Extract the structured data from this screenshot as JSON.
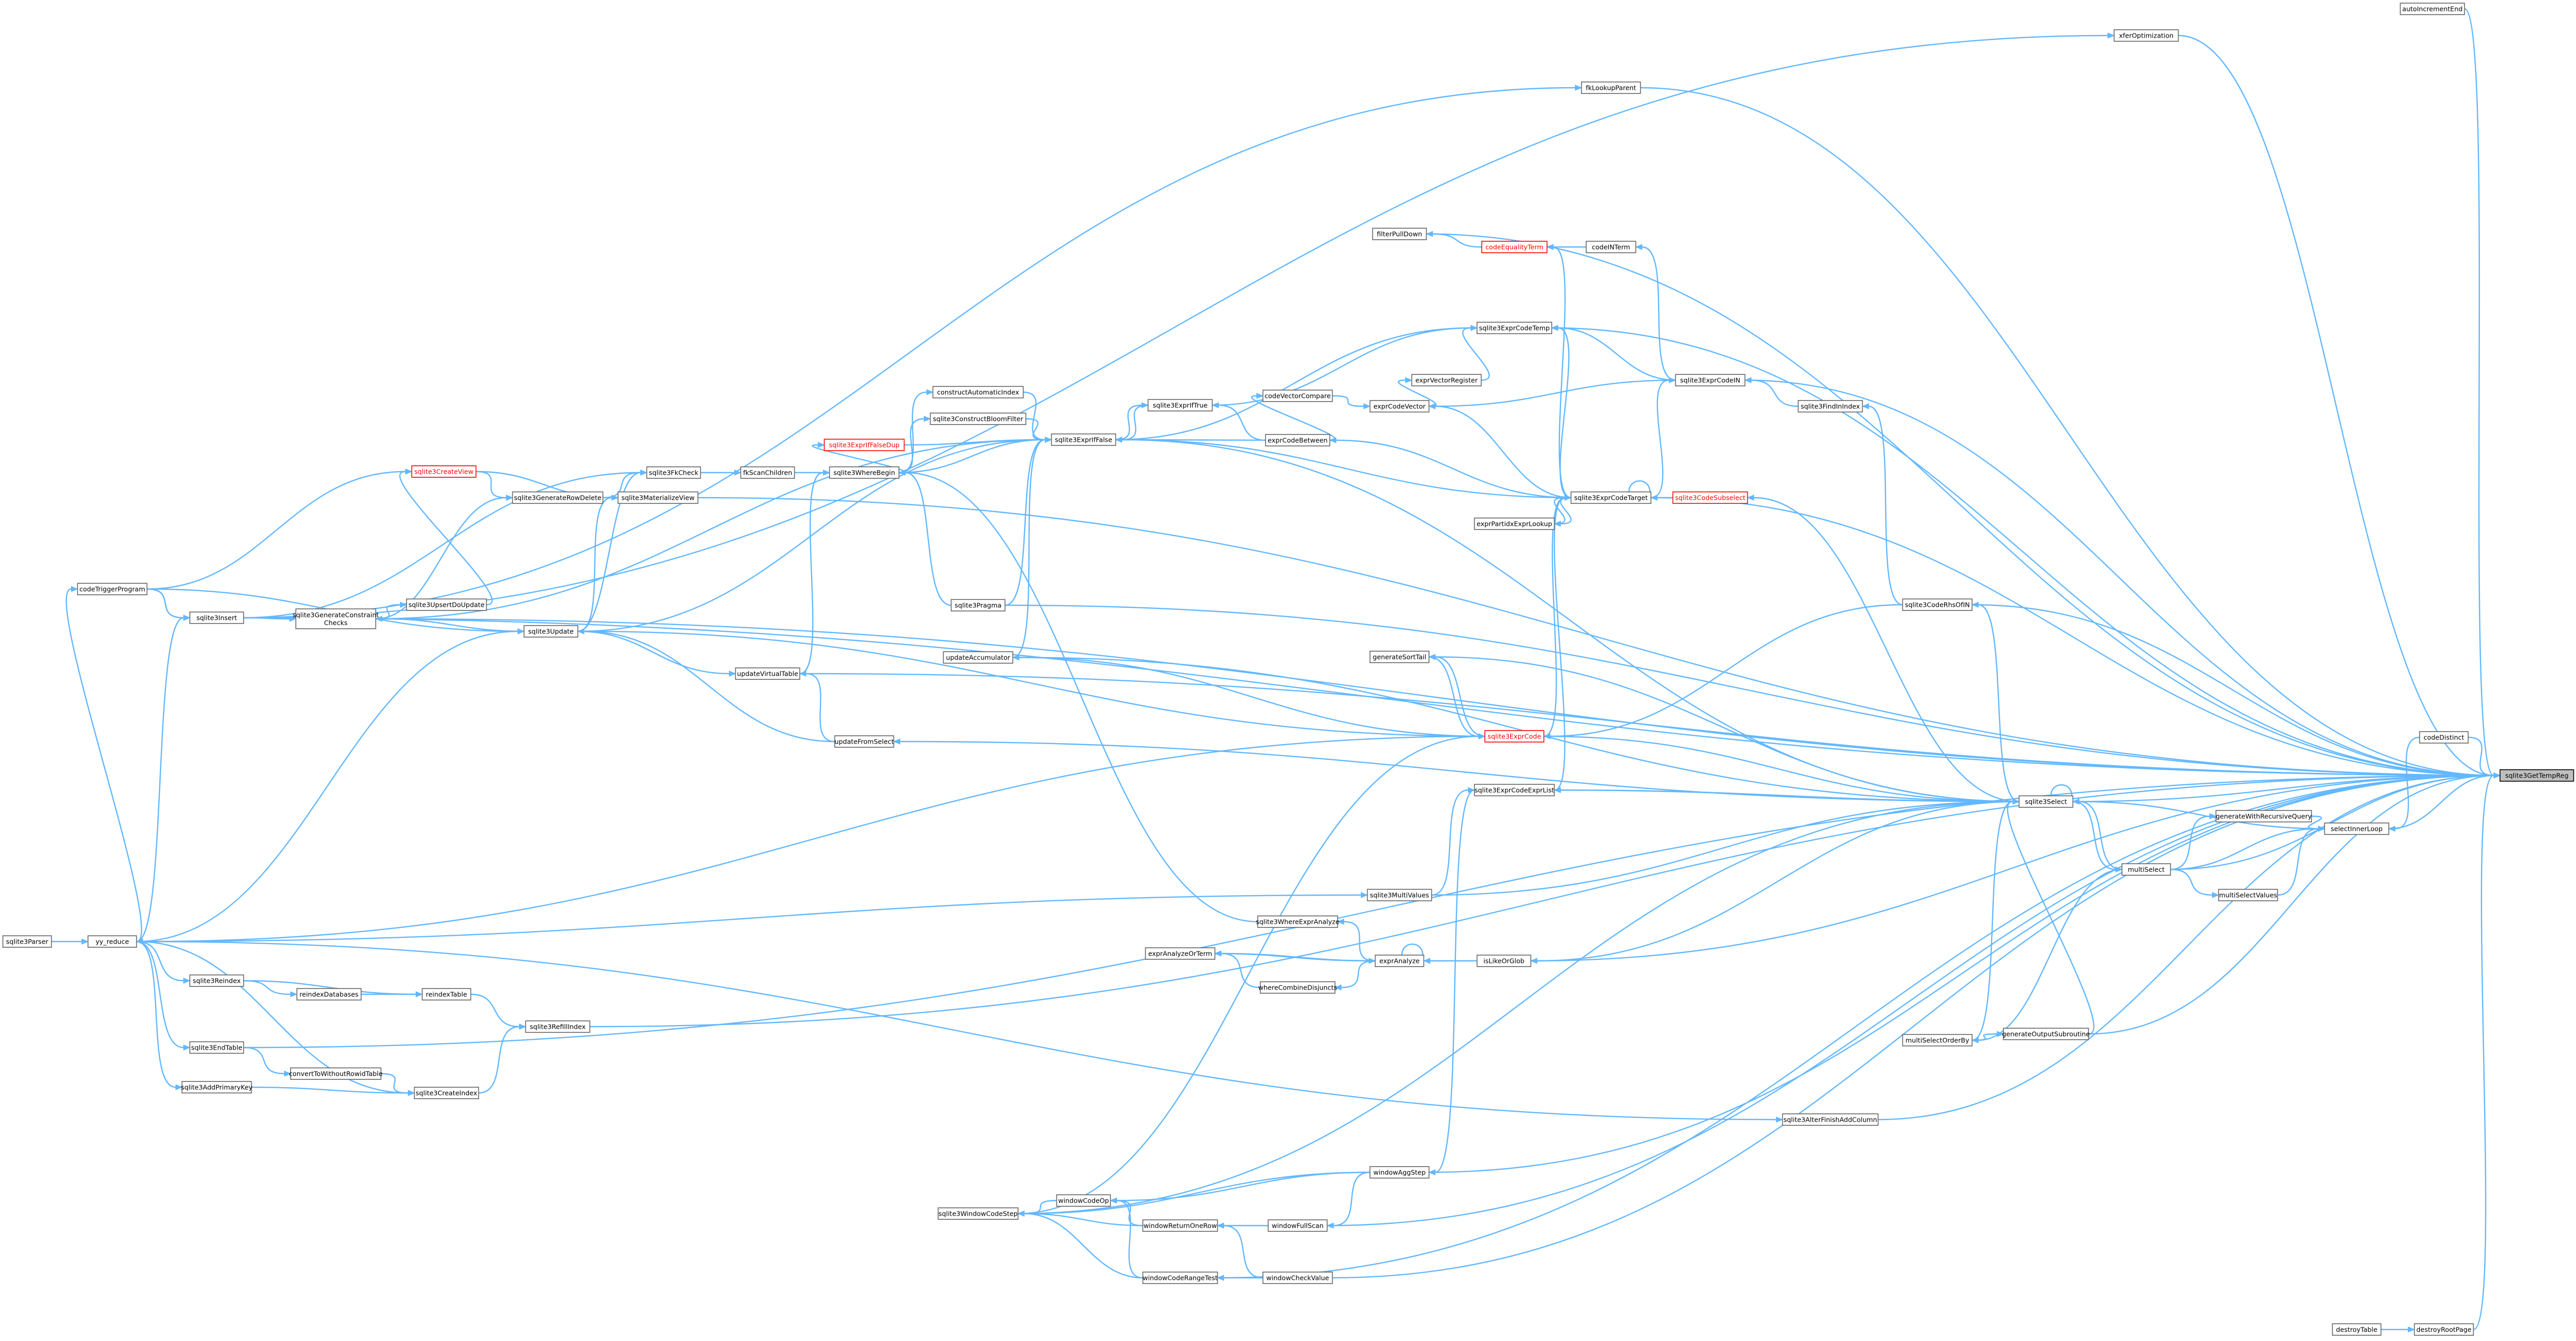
{
  "graph": {
    "root": "sqlite3GetTempReg",
    "nodes": {
      "root": {
        "label": "sqlite3GetTempReg",
        "style": "root"
      },
      "autoIncrementEnd": {
        "label": "autoIncrementEnd"
      },
      "xferOptimization": {
        "label": "xferOptimization"
      },
      "fkLookupParent": {
        "label": "fkLookupParent"
      },
      "filterPullDown": {
        "label": "filterPullDown"
      },
      "codeEqualityTerm": {
        "label": "codeEqualityTerm",
        "style": "red"
      },
      "codeINTerm": {
        "label": "codeINTerm"
      },
      "sqlite3ExprCodeTemp": {
        "label": "sqlite3ExprCodeTemp"
      },
      "exprVectorRegister": {
        "label": "exprVectorRegister"
      },
      "codeVectorCompare": {
        "label": "codeVectorCompare"
      },
      "exprCodeVector": {
        "label": "exprCodeVector"
      },
      "sqlite3ExprCodeIN": {
        "label": "sqlite3ExprCodeIN"
      },
      "sqlite3FindInIndex": {
        "label": "sqlite3FindInIndex"
      },
      "constructAutomaticIndex": {
        "label": "constructAutomaticIndex"
      },
      "sqlite3ConstructBloomFilter": {
        "label": "sqlite3ConstructBloomFilter"
      },
      "sqlite3ExprIfTrue": {
        "label": "sqlite3ExprIfTrue"
      },
      "exprCodeBetween": {
        "label": "exprCodeBetween"
      },
      "sqlite3ExprIfFalse": {
        "label": "sqlite3ExprIfFalse"
      },
      "sqlite3ExprIfFalseDup": {
        "label": "sqlite3ExprIfFalseDup",
        "style": "red"
      },
      "sqlite3WhereBegin": {
        "label": "sqlite3WhereBegin"
      },
      "fkScanChildren": {
        "label": "fkScanChildren"
      },
      "sqlite3FkCheck": {
        "label": "sqlite3FkCheck"
      },
      "sqlite3CreateView": {
        "label": "sqlite3CreateView",
        "style": "red"
      },
      "sqlite3GenerateRowDelete": {
        "label": "sqlite3GenerateRowDelete"
      },
      "sqlite3MaterializeView": {
        "label": "sqlite3MaterializeView"
      },
      "sqlite3ExprCodeTarget": {
        "label": "sqlite3ExprCodeTarget"
      },
      "sqlite3CodeSubselect": {
        "label": "sqlite3CodeSubselect",
        "style": "red"
      },
      "exprPartidxExprLookup": {
        "label": "exprPartidxExprLookup"
      },
      "codeTriggerProgram": {
        "label": "codeTriggerProgram"
      },
      "sqlite3Insert": {
        "label": "sqlite3Insert"
      },
      "sqlite3GenerateConstraintChecks": {
        "label": "sqlite3GenerateConstraint\nChecks"
      },
      "sqlite3UpsertDoUpdate": {
        "label": "sqlite3UpsertDoUpdate"
      },
      "sqlite3Update": {
        "label": "sqlite3Update"
      },
      "sqlite3Pragma": {
        "label": "sqlite3Pragma"
      },
      "sqlite3CodeRhsOfIN": {
        "label": "sqlite3CodeRhsOfIN"
      },
      "generateSortTail": {
        "label": "generateSortTail"
      },
      "updateAccumulator": {
        "label": "updateAccumulator"
      },
      "updateVirtualTable": {
        "label": "updateVirtualTable"
      },
      "sqlite3ExprCode": {
        "label": "sqlite3ExprCode",
        "style": "red"
      },
      "updateFromSelect": {
        "label": "updateFromSelect"
      },
      "codeDistinct": {
        "label": "codeDistinct"
      },
      "sqlite3ExprCodeExprList": {
        "label": "sqlite3ExprCodeExprList"
      },
      "sqlite3Select": {
        "label": "sqlite3Select"
      },
      "selectInnerLoop": {
        "label": "selectInnerLoop"
      },
      "generateWithRecursiveQuery": {
        "label": "generateWithRecursiveQuery"
      },
      "multiSelect": {
        "label": "multiSelect"
      },
      "multiSelectValues": {
        "label": "multiSelectValues"
      },
      "sqlite3MultiValues": {
        "label": "sqlite3MultiValues"
      },
      "sqlite3WhereExprAnalyze": {
        "label": "sqlite3WhereExprAnalyze"
      },
      "sqlite3Parser": {
        "label": "sqlite3Parser"
      },
      "yy_reduce": {
        "label": "yy_reduce"
      },
      "exprAnalyzeOrTerm": {
        "label": "exprAnalyzeOrTerm"
      },
      "exprAnalyze": {
        "label": "exprAnalyze"
      },
      "isLikeOrGlob": {
        "label": "isLikeOrGlob"
      },
      "whereCombineDisjuncts": {
        "label": "whereCombineDisjuncts"
      },
      "sqlite3Reindex": {
        "label": "sqlite3Reindex"
      },
      "reindexDatabases": {
        "label": "reindexDatabases"
      },
      "reindexTable": {
        "label": "reindexTable"
      },
      "sqlite3RefillIndex": {
        "label": "sqlite3RefillIndex"
      },
      "multiSelectOrderBy": {
        "label": "multiSelectOrderBy"
      },
      "generateOutputSubroutine": {
        "label": "generateOutputSubroutine"
      },
      "sqlite3EndTable": {
        "label": "sqlite3EndTable"
      },
      "convertToWithoutRowidTable": {
        "label": "convertToWithoutRowidTable"
      },
      "sqlite3AddPrimaryKey": {
        "label": "sqlite3AddPrimaryKey"
      },
      "sqlite3CreateIndex": {
        "label": "sqlite3CreateIndex"
      },
      "sqlite3AlterFinishAddColumn": {
        "label": "sqlite3AlterFinishAddColumn"
      },
      "windowAggStep": {
        "label": "windowAggStep"
      },
      "sqlite3WindowCodeStep": {
        "label": "sqlite3WindowCodeStep"
      },
      "windowCodeOp": {
        "label": "windowCodeOp"
      },
      "windowReturnOneRow": {
        "label": "windowReturnOneRow"
      },
      "windowFullScan": {
        "label": "windowFullScan"
      },
      "windowCodeRangeTest": {
        "label": "windowCodeRangeTest"
      },
      "windowCheckValue": {
        "label": "windowCheckValue"
      },
      "destroyTable": {
        "label": "destroyTable"
      },
      "destroyRootPage": {
        "label": "destroyRootPage"
      }
    },
    "edges": [
      [
        "autoIncrementEnd",
        "root"
      ],
      [
        "xferOptimization",
        "root"
      ],
      [
        "fkLookupParent",
        "root"
      ],
      [
        "filterPullDown",
        "root"
      ],
      [
        "sqlite3ExprCodeTemp",
        "root"
      ],
      [
        "sqlite3ExprCodeIN",
        "root"
      ],
      [
        "sqlite3ExprCodeTarget",
        "root"
      ],
      [
        "sqlite3CodeRhsOfIN",
        "root"
      ],
      [
        "codeDistinct",
        "root"
      ],
      [
        "sqlite3Select",
        "root"
      ],
      [
        "selectInnerLoop",
        "root"
      ],
      [
        "multiSelect",
        "root"
      ],
      [
        "generateOutputSubroutine",
        "root"
      ],
      [
        "sqlite3RefillIndex",
        "root"
      ],
      [
        "sqlite3AlterFinishAddColumn",
        "root"
      ],
      [
        "windowAggStep",
        "root"
      ],
      [
        "windowFullScan",
        "root"
      ],
      [
        "windowCodeRangeTest",
        "root"
      ],
      [
        "windowCheckValue",
        "root"
      ],
      [
        "destroyRootPage",
        "root"
      ],
      [
        "sqlite3Pragma",
        "root"
      ],
      [
        "sqlite3GenerateConstraintChecks",
        "root"
      ],
      [
        "sqlite3Insert",
        "root"
      ],
      [
        "isLikeOrGlob",
        "root"
      ],
      [
        "sqlite3EndTable",
        "root"
      ],
      [
        "updateVirtualTable",
        "root"
      ],
      [
        "sqlite3MaterializeView",
        "root"
      ],
      [
        "destroyTable",
        "destroyRootPage"
      ],
      [
        "sqlite3Insert",
        "xferOptimization"
      ],
      [
        "sqlite3Insert",
        "fkLookupParent"
      ],
      [
        "codeTriggerProgram",
        "sqlite3Insert"
      ],
      [
        "codeEqualityTerm",
        "filterPullDown"
      ],
      [
        "codeINTerm",
        "codeEqualityTerm"
      ],
      [
        "sqlite3ExprCodeIN",
        "codeINTerm"
      ],
      [
        "sqlite3ExprCodeTarget",
        "codeEqualityTerm"
      ],
      [
        "exprVectorRegister",
        "sqlite3ExprCodeTemp"
      ],
      [
        "sqlite3ExprIfTrue",
        "sqlite3ExprCodeTemp"
      ],
      [
        "sqlite3ExprIfFalse",
        "sqlite3ExprCodeTemp"
      ],
      [
        "sqlite3ExprCodeIN",
        "sqlite3ExprCodeTemp"
      ],
      [
        "sqlite3ExprCodeTarget",
        "sqlite3ExprCodeTemp"
      ],
      [
        "exprCodeVector",
        "exprVectorRegister"
      ],
      [
        "codeVectorCompare",
        "exprCodeVector"
      ],
      [
        "sqlite3ExprCodeIN",
        "exprCodeVector"
      ],
      [
        "sqlite3ExprCodeTarget",
        "exprCodeVector"
      ],
      [
        "exprCodeBetween",
        "codeVectorCompare"
      ],
      [
        "sqlite3FindInIndex",
        "sqlite3ExprCodeIN"
      ],
      [
        "sqlite3ExprCodeTarget",
        "sqlite3ExprCodeIN"
      ],
      [
        "sqlite3CodeRhsOfIN",
        "sqlite3FindInIndex"
      ],
      [
        "constructAutomaticIndex",
        "sqlite3ExprIfFalse"
      ],
      [
        "sqlite3ConstructBloomFilter",
        "sqlite3ExprIfFalse"
      ],
      [
        "sqlite3WhereBegin",
        "constructAutomaticIndex"
      ],
      [
        "sqlite3WhereBegin",
        "sqlite3ConstructBloomFilter"
      ],
      [
        "sqlite3ExprIfTrue",
        "sqlite3ExprIfFalse"
      ],
      [
        "sqlite3ExprIfFalse",
        "sqlite3ExprIfTrue"
      ],
      [
        "exprCodeBetween",
        "sqlite3ExprIfTrue"
      ],
      [
        "exprCodeBetween",
        "sqlite3ExprIfFalse"
      ],
      [
        "sqlite3ExprCodeTarget",
        "exprCodeBetween"
      ],
      [
        "sqlite3ExprCodeTarget",
        "sqlite3ExprIfFalse"
      ],
      [
        "sqlite3ExprIfFalseDup",
        "sqlite3ExprIfFalse"
      ],
      [
        "sqlite3WhereBegin",
        "sqlite3ExprIfFalseDup"
      ],
      [
        "sqlite3WhereBegin",
        "sqlite3ExprIfFalse"
      ],
      [
        "sqlite3Update",
        "sqlite3ExprIfFalse"
      ],
      [
        "sqlite3Pragma",
        "sqlite3ExprIfFalse"
      ],
      [
        "sqlite3Select",
        "sqlite3ExprIfFalse"
      ],
      [
        "updateAccumulator",
        "sqlite3ExprIfFalse"
      ],
      [
        "sqlite3GenerateConstraintChecks",
        "sqlite3ExprIfFalse"
      ],
      [
        "fkScanChildren",
        "sqlite3WhereBegin"
      ],
      [
        "sqlite3FkCheck",
        "fkScanChildren"
      ],
      [
        "sqlite3Insert",
        "sqlite3FkCheck"
      ],
      [
        "sqlite3Update",
        "sqlite3FkCheck"
      ],
      [
        "sqlite3GenerateRowDelete",
        "sqlite3FkCheck"
      ],
      [
        "sqlite3CreateView",
        "sqlite3GenerateRowDelete"
      ],
      [
        "sqlite3CreateView",
        "sqlite3MaterializeView"
      ],
      [
        "sqlite3Update",
        "sqlite3MaterializeView"
      ],
      [
        "sqlite3GenerateConstraintChecks",
        "sqlite3GenerateRowDelete"
      ],
      [
        "codeTriggerProgram",
        "sqlite3CreateView"
      ],
      [
        "sqlite3UpsertDoUpdate",
        "sqlite3CreateView"
      ],
      [
        "sqlite3ExprCodeTarget",
        "sqlite3ExprCodeTarget"
      ],
      [
        "sqlite3CodeSubselect",
        "sqlite3ExprCodeTarget"
      ],
      [
        "exprPartidxExprLookup",
        "sqlite3ExprCodeTarget"
      ],
      [
        "sqlite3ExprCode",
        "sqlite3ExprCodeTarget"
      ],
      [
        "sqlite3ExprCodeExprList",
        "sqlite3ExprCodeTarget"
      ],
      [
        "sqlite3ExprCodeTarget",
        "exprPartidxExprLookup"
      ],
      [
        "sqlite3Select",
        "sqlite3CodeSubselect"
      ],
      [
        "sqlite3GenerateConstraintChecks",
        "sqlite3UpsertDoUpdate"
      ],
      [
        "sqlite3Update",
        "sqlite3GenerateConstraintChecks"
      ],
      [
        "sqlite3Insert",
        "sqlite3GenerateConstraintChecks"
      ],
      [
        "codeTriggerProgram",
        "sqlite3Update"
      ],
      [
        "codeTriggerProgram",
        "sqlite3Insert"
      ],
      [
        "yy_reduce",
        "sqlite3Insert"
      ],
      [
        "yy_reduce",
        "sqlite3Update"
      ],
      [
        "yy_reduce",
        "codeTriggerProgram"
      ],
      [
        "sqlite3Parser",
        "yy_reduce"
      ],
      [
        "sqlite3Update",
        "updateVirtualTable"
      ],
      [
        "updateVirtualTable",
        "sqlite3WhereBegin"
      ],
      [
        "updateFromSelect",
        "sqlite3Update"
      ],
      [
        "updateFromSelect",
        "updateVirtualTable"
      ],
      [
        "sqlite3Select",
        "updateFromSelect"
      ],
      [
        "generateSortTail",
        "sqlite3ExprCode"
      ],
      [
        "sqlite3ExprCode",
        "generateSortTail"
      ],
      [
        "sqlite3Select",
        "generateSortTail"
      ],
      [
        "sqlite3ExprCode",
        "updateAccumulator"
      ],
      [
        "sqlite3Select",
        "updateAccumulator"
      ],
      [
        "sqlite3ExprCode",
        "sqlite3Update"
      ],
      [
        "sqlite3ExprCode",
        "sqlite3Select"
      ],
      [
        "sqlite3Pragma",
        "sqlite3WhereBegin"
      ],
      [
        "sqlite3WindowCodeStep",
        "sqlite3ExprCode"
      ],
      [
        "sqlite3ExprCode",
        "yy_reduce"
      ],
      [
        "sqlite3CodeRhsOfIN",
        "sqlite3ExprCode"
      ],
      [
        "sqlite3Select",
        "sqlite3CodeRhsOfIN"
      ],
      [
        "codeDistinct",
        "selectInnerLoop"
      ],
      [
        "selectInnerLoop",
        "sqlite3Select"
      ],
      [
        "generateWithRecursiveQuery",
        "selectInnerLoop"
      ],
      [
        "multiSelect",
        "generateWithRecursiveQuery"
      ],
      [
        "multiSelectValues",
        "selectInnerLoop"
      ],
      [
        "multiSelect",
        "multiSelectValues"
      ],
      [
        "multiSelect",
        "selectInnerLoop"
      ],
      [
        "sqlite3Select",
        "multiSelect"
      ],
      [
        "multiSelect",
        "sqlite3Select"
      ],
      [
        "sqlite3Select",
        "sqlite3Select"
      ],
      [
        "sqlite3ExprCodeExprList",
        "sqlite3Select"
      ],
      [
        "sqlite3Select",
        "sqlite3ExprCodeExprList"
      ],
      [
        "sqlite3MultiValues",
        "sqlite3ExprCodeExprList"
      ],
      [
        "yy_reduce",
        "sqlite3MultiValues"
      ],
      [
        "sqlite3MultiValues",
        "sqlite3Select"
      ],
      [
        "sqlite3WhereExprAnalyze",
        "sqlite3WhereBegin"
      ],
      [
        "exprAnalyze",
        "sqlite3WhereExprAnalyze"
      ],
      [
        "exprAnalyzeOrTerm",
        "exprAnalyze"
      ],
      [
        "exprAnalyze",
        "exprAnalyzeOrTerm"
      ],
      [
        "exprAnalyze",
        "exprAnalyze"
      ],
      [
        "whereCombineDisjuncts",
        "exprAnalyzeOrTerm"
      ],
      [
        "exprAnalyze",
        "whereCombineDisjuncts"
      ],
      [
        "isLikeOrGlob",
        "exprAnalyze"
      ],
      [
        "sqlite3Select",
        "isLikeOrGlob"
      ],
      [
        "yy_reduce",
        "sqlite3Reindex"
      ],
      [
        "sqlite3Reindex",
        "reindexDatabases"
      ],
      [
        "reindexDatabases",
        "reindexTable"
      ],
      [
        "sqlite3Reindex",
        "reindexTable"
      ],
      [
        "reindexTable",
        "sqlite3RefillIndex"
      ],
      [
        "sqlite3CreateIndex",
        "sqlite3RefillIndex"
      ],
      [
        "multiSelectOrderBy",
        "generateOutputSubroutine"
      ],
      [
        "multiSelect",
        "multiSelectOrderBy"
      ],
      [
        "multiSelectOrderBy",
        "sqlite3Select"
      ],
      [
        "generateOutputSubroutine",
        "sqlite3Select"
      ],
      [
        "yy_reduce",
        "sqlite3EndTable"
      ],
      [
        "sqlite3EndTable",
        "convertToWithoutRowidTable"
      ],
      [
        "convertToWithoutRowidTable",
        "sqlite3CreateIndex"
      ],
      [
        "sqlite3AddPrimaryKey",
        "sqlite3CreateIndex"
      ],
      [
        "yy_reduce",
        "sqlite3AddPrimaryKey"
      ],
      [
        "yy_reduce",
        "sqlite3CreateIndex"
      ],
      [
        "yy_reduce",
        "sqlite3AlterFinishAddColumn"
      ],
      [
        "windowAggStep",
        "sqlite3WindowCodeStep"
      ],
      [
        "windowCodeOp",
        "sqlite3WindowCodeStep"
      ],
      [
        "windowAggStep",
        "windowCodeOp"
      ],
      [
        "windowReturnOneRow",
        "windowCodeOp"
      ],
      [
        "windowFullScan",
        "windowReturnOneRow"
      ],
      [
        "windowAggStep",
        "windowFullScan"
      ],
      [
        "windowCodeRangeTest",
        "windowCodeOp"
      ],
      [
        "windowCheckValue",
        "windowCodeRangeTest"
      ],
      [
        "windowCheckValue",
        "windowReturnOneRow"
      ],
      [
        "windowReturnOneRow",
        "sqlite3WindowCodeStep"
      ],
      [
        "windowCodeRangeTest",
        "sqlite3WindowCodeStep"
      ],
      [
        "sqlite3WindowCodeStep",
        "sqlite3Select"
      ],
      [
        "sqlite3ExprCodeExprList",
        "windowAggStep"
      ]
    ]
  }
}
